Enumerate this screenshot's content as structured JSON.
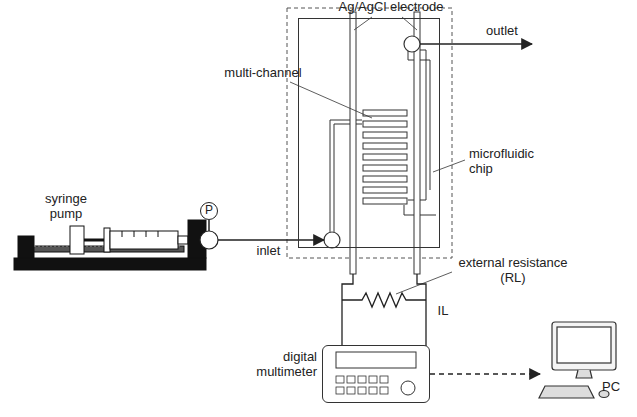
{
  "diagram": {
    "nodes": [
      {
        "text": [
          "P"
        ]
      },
      {
        "text": [
          "microfluidic chip"
        ]
      },
      {
        "text": [
          "digital multimeter"
        ]
      },
      {
        "text": [
          "PC"
        ]
      }
    ],
    "edges": [
      {
        "from": 0,
        "to": 1,
        "label": "inlet",
        "arrow": "to"
      },
      {
        "from": 2,
        "to": 3,
        "arrow": "to"
      }
    ],
    "labels": [
      "Ag/AgCl electrode",
      "multi-channel",
      "outlet",
      "syringe pump",
      "external resistance (RL)",
      "IL"
    ]
  }
}
